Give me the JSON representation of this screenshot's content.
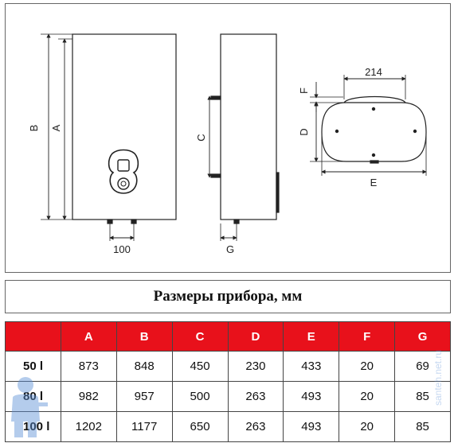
{
  "drawing": {
    "front_dims": {
      "b": "B",
      "a": "A",
      "bottom": "100"
    },
    "side_dims": {
      "c": "C",
      "g": "G"
    },
    "top_dims": {
      "width": "214",
      "f": "F",
      "d": "D",
      "e": "E"
    }
  },
  "title": "Размеры прибора, мм",
  "table": {
    "headers": [
      "",
      "A",
      "B",
      "C",
      "D",
      "E",
      "F",
      "G"
    ],
    "rows": [
      {
        "label": "50 l",
        "values": [
          "873",
          "848",
          "450",
          "230",
          "433",
          "20",
          "69"
        ]
      },
      {
        "label": "80 l",
        "values": [
          "982",
          "957",
          "500",
          "263",
          "493",
          "20",
          "85"
        ]
      },
      {
        "label": "100 l",
        "values": [
          "1202",
          "1177",
          "650",
          "263",
          "493",
          "20",
          "85"
        ]
      }
    ]
  },
  "watermark": "santeh.net.ru",
  "colors": {
    "header_bg": "#e8111b",
    "header_text": "#ffffff",
    "line": "#222222",
    "watermark": "#5b8fd6"
  }
}
